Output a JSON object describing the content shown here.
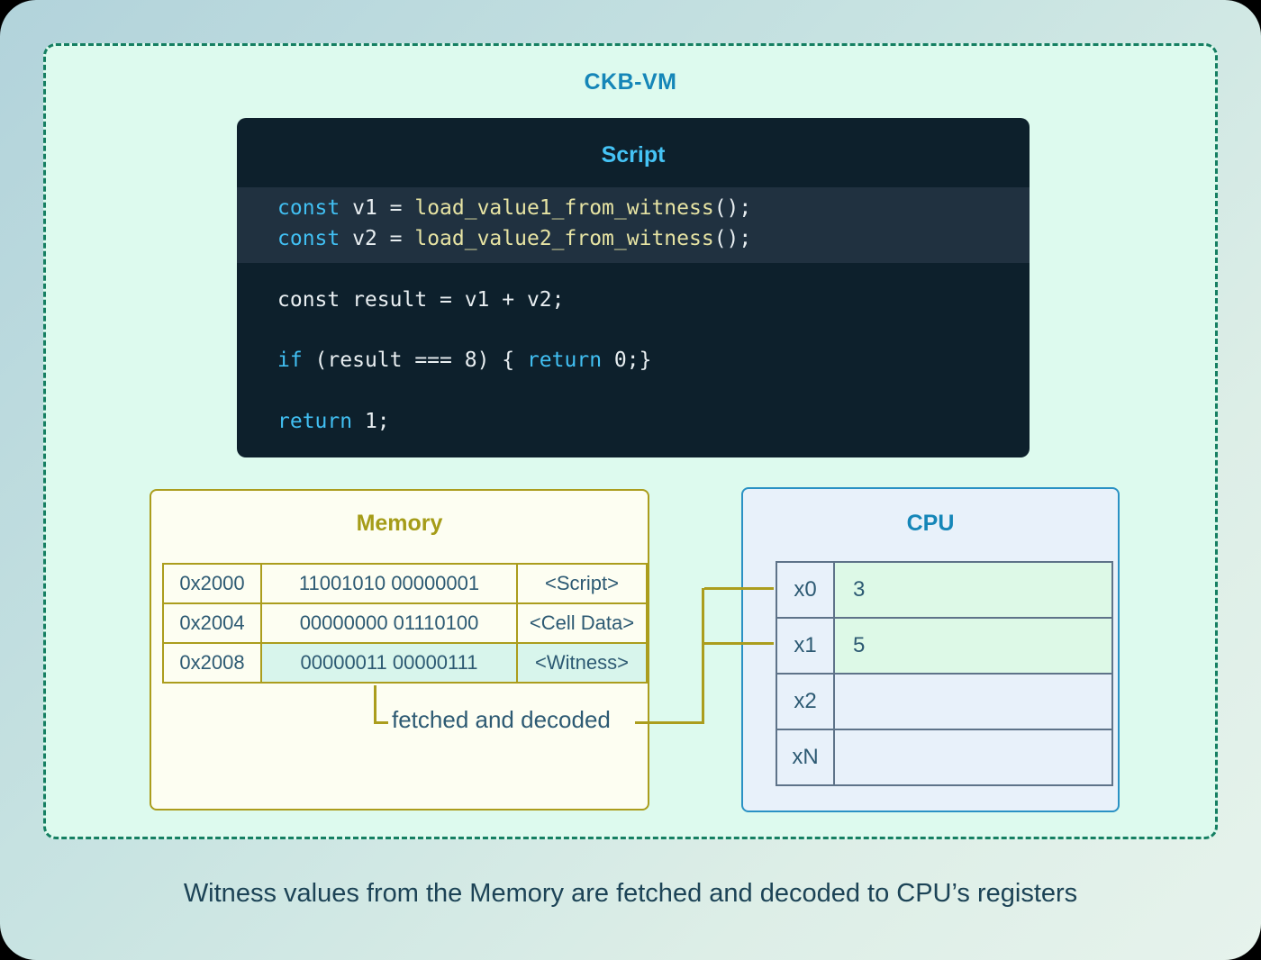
{
  "diagram": {
    "outer_label": "CKB-VM",
    "caption": "Witness values from the Memory are fetched and decoded to CPU’s registers"
  },
  "script_block": {
    "title": "Script",
    "highlighted_lines": [
      {
        "tokens": [
          {
            "text": "const",
            "type": "keyword"
          },
          {
            "text": " v1 = ",
            "type": "plain"
          },
          {
            "text": "load_value1_from_witness",
            "type": "function"
          },
          {
            "text": "();",
            "type": "plain"
          }
        ]
      },
      {
        "tokens": [
          {
            "text": "const",
            "type": "keyword"
          },
          {
            "text": " v2 = ",
            "type": "plain"
          },
          {
            "text": "load_value2_from_witness",
            "type": "function"
          },
          {
            "text": "();",
            "type": "plain"
          }
        ]
      }
    ],
    "body_lines": [
      {
        "tokens": [
          {
            "text": "const result = v1 + v2;",
            "type": "plain"
          }
        ]
      },
      {
        "tokens": [
          {
            "text": "if",
            "type": "keyword"
          },
          {
            "text": " (result === 8) { ",
            "type": "plain"
          },
          {
            "text": "return",
            "type": "keyword"
          },
          {
            "text": " 0;}",
            "type": "plain"
          }
        ]
      },
      {
        "tokens": [
          {
            "text": "return",
            "type": "keyword"
          },
          {
            "text": " 1;",
            "type": "plain"
          }
        ]
      }
    ]
  },
  "memory": {
    "title": "Memory",
    "rows": [
      {
        "address": "0x2000",
        "value": "11001010 00000001",
        "label": "<Script>",
        "highlighted": false
      },
      {
        "address": "0x2004",
        "value": "00000000 01110100",
        "label": "<Cell Data>",
        "highlighted": false
      },
      {
        "address": "0x2008",
        "value": "00000011 00000111",
        "label": "<Witness>",
        "highlighted": true
      }
    ]
  },
  "cpu": {
    "title": "CPU",
    "registers": [
      {
        "name": "x0",
        "value": "3",
        "highlighted": true
      },
      {
        "name": "x1",
        "value": "5",
        "highlighted": true
      },
      {
        "name": "x2",
        "value": "",
        "highlighted": false
      },
      {
        "name": "xN",
        "value": "",
        "highlighted": false
      }
    ]
  },
  "annotation": {
    "label": "fetched and decoded"
  },
  "colors": {
    "accent_blue": "#1586b8",
    "code_keyword": "#41bff2",
    "code_function": "#e6e3a3",
    "code_plain": "#e8eef1",
    "code_background": "#0d202c",
    "code_highlight_band": "#203140",
    "olive": "#ab9d1d",
    "dashed_border_green": "#157f62",
    "mint_fill": "#ddfaee",
    "memory_fill": "#fdfef2",
    "memory_highlight_cell": "#d8f5ec",
    "cpu_fill": "#e8f1fa",
    "cpu_border": "#2a91c4",
    "cpu_highlight_cell": "#ddf9e7",
    "table_text": "#2d5a73",
    "caption_text": "#1c4356"
  }
}
